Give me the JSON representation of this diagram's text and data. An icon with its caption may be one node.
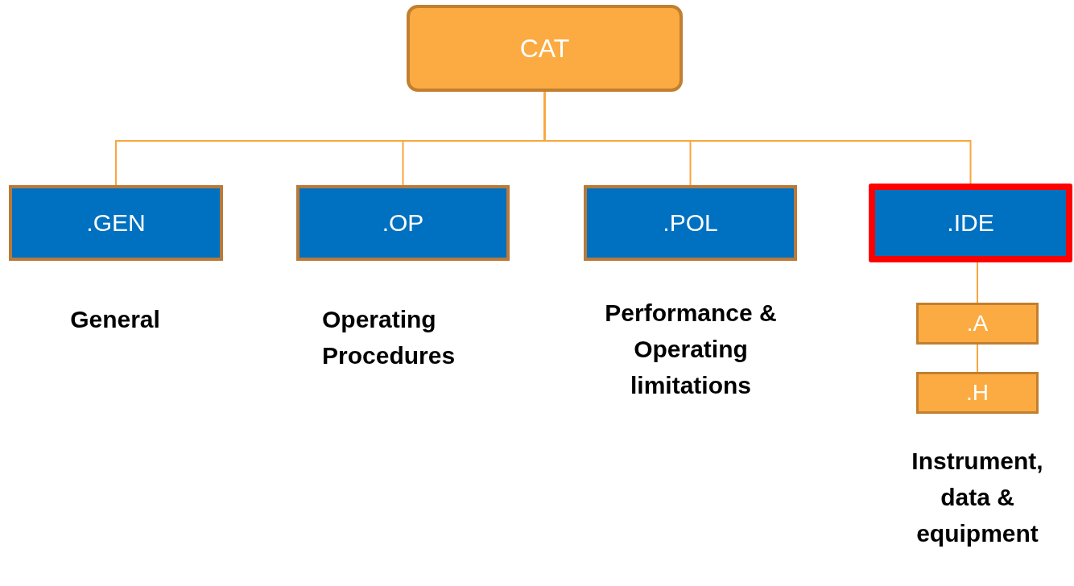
{
  "diagram": {
    "nodes": [
      {
        "text": [
          "CAT"
        ]
      },
      {
        "text": [
          ".GEN"
        ],
        "beside": [
          "General"
        ]
      },
      {
        "text": [
          ".OP"
        ],
        "beside": [
          "Operating Procedures"
        ]
      },
      {
        "text": [
          ".POL"
        ],
        "beside": [
          "Performance & Operating limitations"
        ]
      },
      {
        "text": [
          ".IDE"
        ]
      },
      {
        "text": [
          ".A"
        ]
      },
      {
        "text": [
          ".H"
        ],
        "beside": [
          "Instrument, data & equipment"
        ]
      }
    ],
    "edges": [
      {
        "from": 0,
        "to": 1,
        "arrow": "none"
      },
      {
        "from": 0,
        "to": 2,
        "arrow": "none"
      },
      {
        "from": 0,
        "to": 3,
        "arrow": "none"
      },
      {
        "from": 0,
        "to": 4,
        "arrow": "none"
      },
      {
        "from": 4,
        "to": 5,
        "arrow": "none"
      },
      {
        "from": 5,
        "to": 6,
        "arrow": "none"
      }
    ]
  }
}
